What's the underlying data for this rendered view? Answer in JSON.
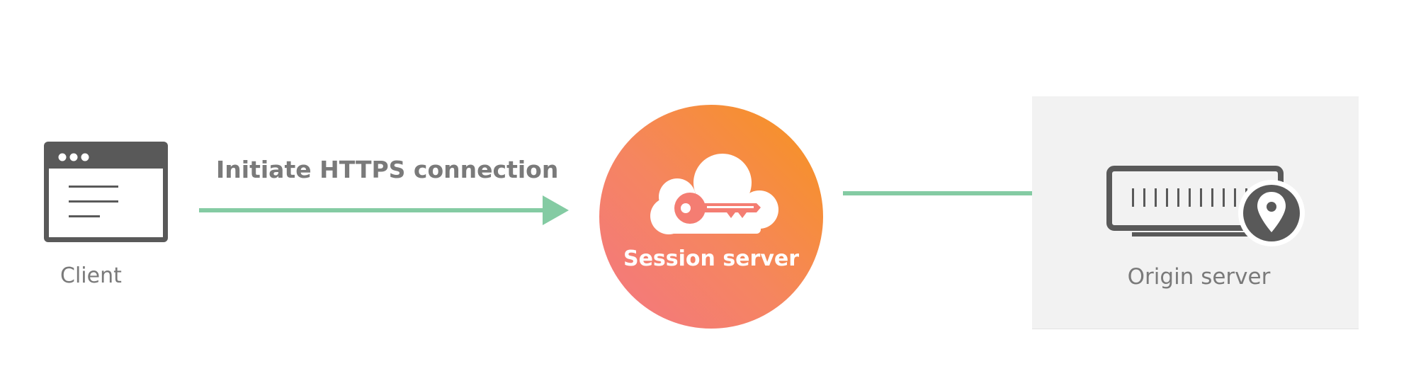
{
  "nodes": {
    "client": {
      "label": "Client",
      "icon": "browser-window-icon"
    },
    "session_server": {
      "label": "Session server",
      "icon": "cloud-key-icon"
    },
    "origin_server": {
      "label": "Origin server",
      "icon": "server-location-icon"
    }
  },
  "edges": {
    "client_to_session": {
      "label": "Initiate HTTPS connection"
    },
    "session_to_origin": {
      "label": ""
    }
  },
  "colors": {
    "arrow": "#84cba3",
    "icon_dark": "#595959",
    "label_gray": "#7a7a7a",
    "gradient_start": "#f47683",
    "gradient_end": "#f7941d",
    "origin_panel": "#f2f2f2"
  }
}
